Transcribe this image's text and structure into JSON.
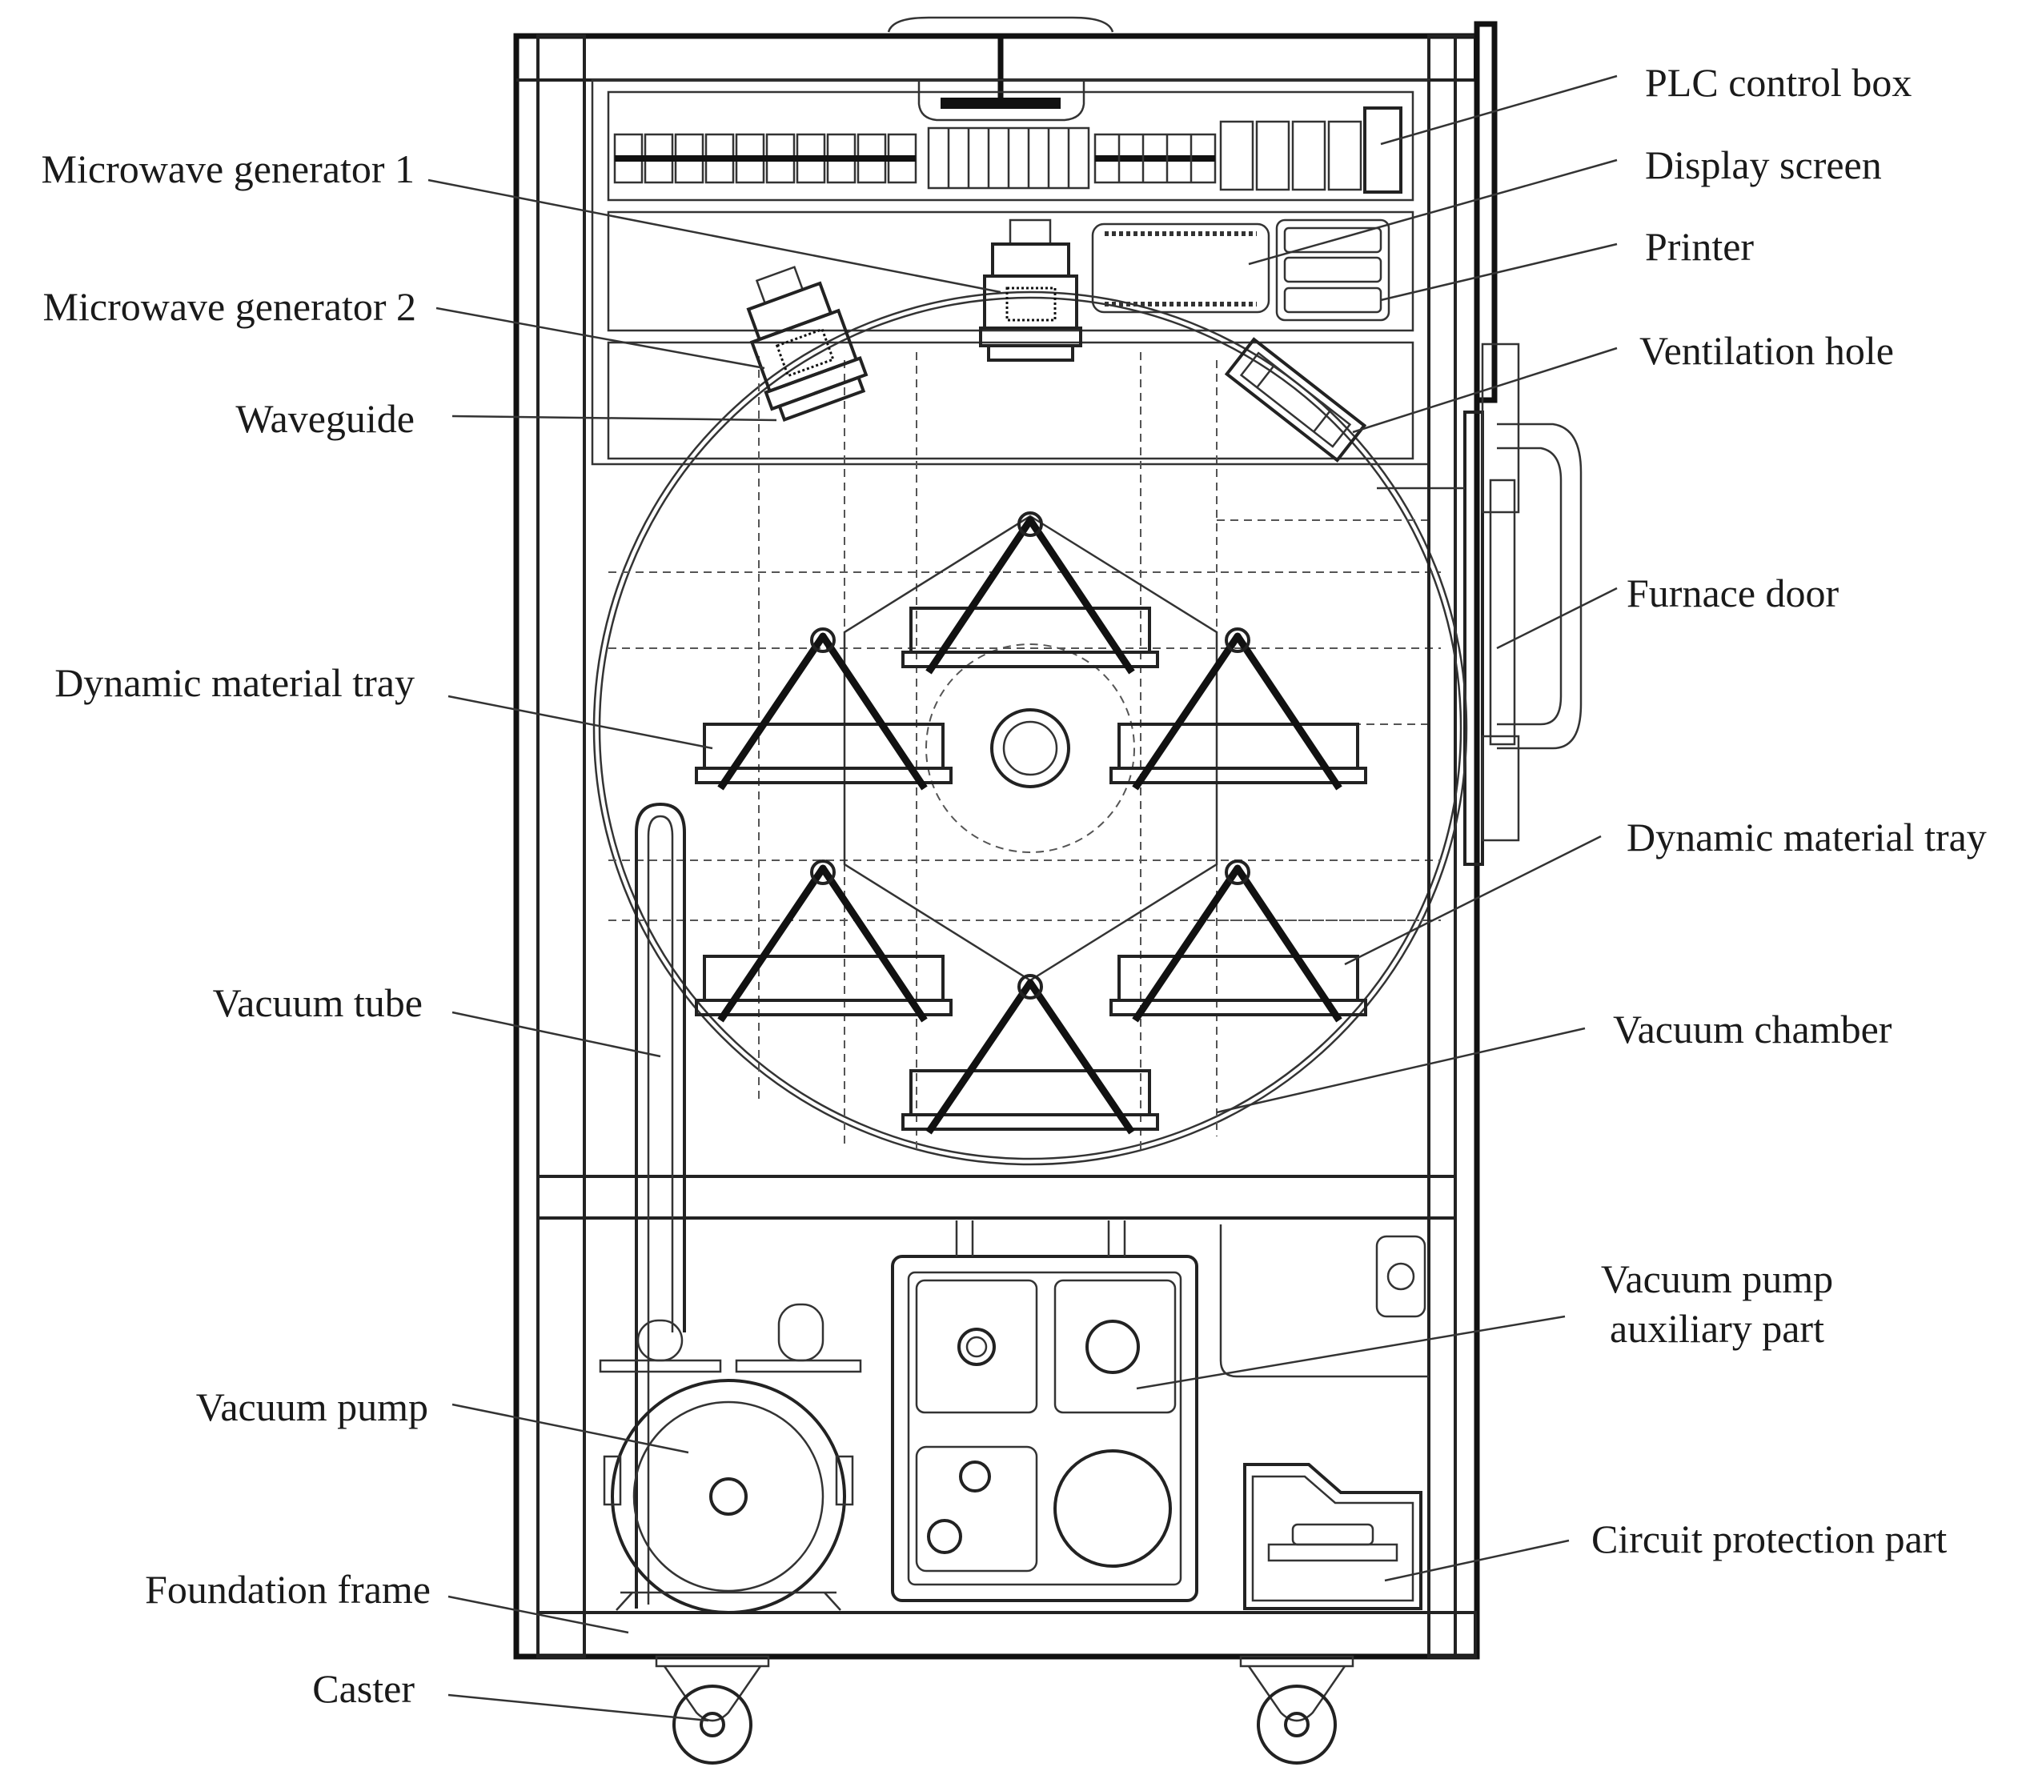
{
  "diagram": {
    "labels": {
      "plc_control_box": "PLC control box",
      "display_screen": "Display screen",
      "printer": "Printer",
      "ventilation_hole": "Ventilation hole",
      "furnace_door": "Furnace door",
      "dynamic_material_tray_right": "Dynamic material tray",
      "vacuum_chamber": "Vacuum chamber",
      "vacuum_pump_auxiliary_part_line1": "Vacuum pump",
      "vacuum_pump_auxiliary_part_line2": "auxiliary part",
      "circuit_protection_part": "Circuit protection part",
      "microwave_generator_1": "Microwave generator 1",
      "microwave_generator_2": "Microwave generator 2",
      "waveguide": "Waveguide",
      "dynamic_material_tray_left": "Dynamic material tray",
      "vacuum_tube": "Vacuum tube",
      "vacuum_pump": "Vacuum pump",
      "foundation_frame": "Foundation frame",
      "caster": "Caster"
    }
  }
}
